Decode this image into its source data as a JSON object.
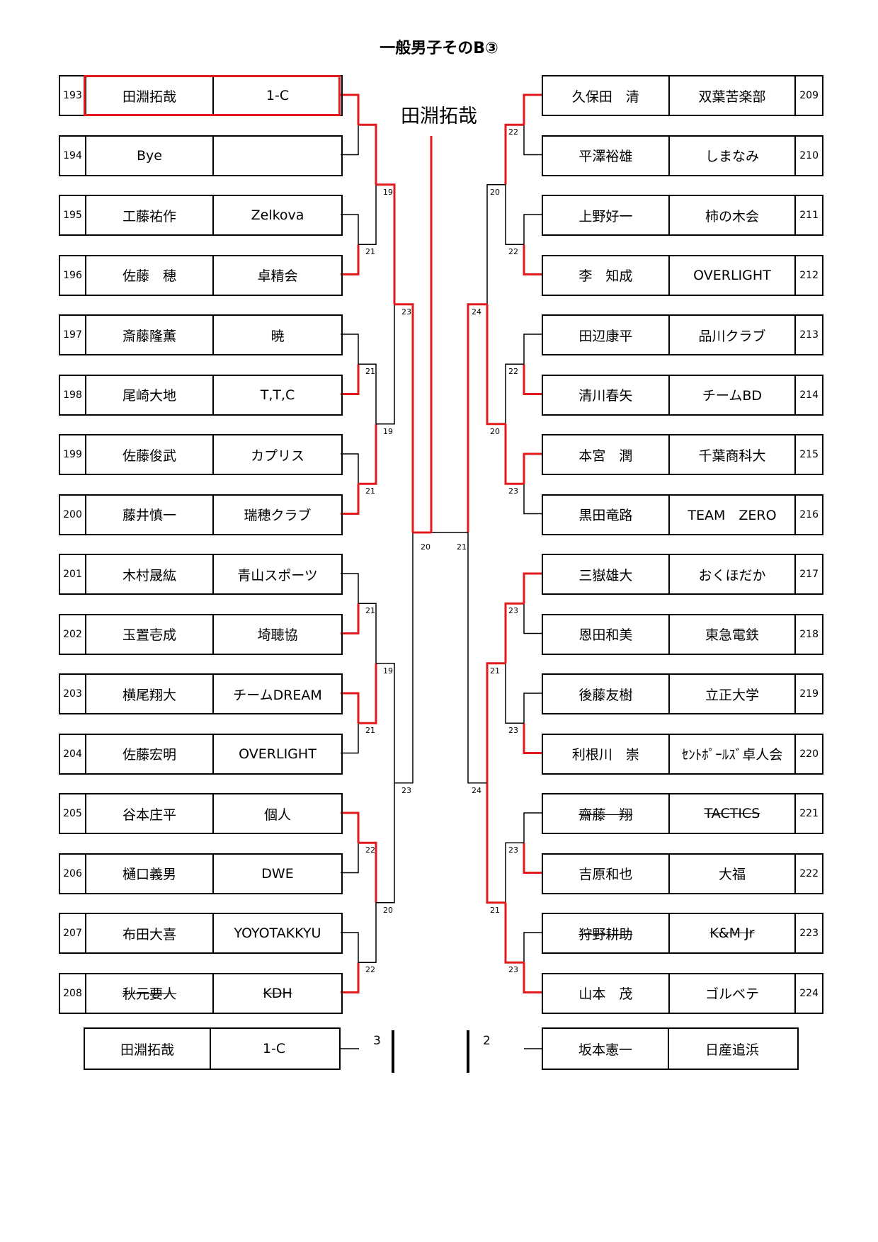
{
  "title": "一般男子そのB③",
  "champion": "田淵拓哉",
  "left_entries": [
    {
      "seed": "193",
      "player": "田淵拓哉",
      "club": "1-C"
    },
    {
      "seed": "194",
      "player": "Bye",
      "club": ""
    },
    {
      "seed": "195",
      "player": "工藤祐作",
      "club": "Zelkova"
    },
    {
      "seed": "196",
      "player": "佐藤　穂",
      "club": "卓精会"
    },
    {
      "seed": "197",
      "player": "斎藤隆薫",
      "club": "暁"
    },
    {
      "seed": "198",
      "player": "尾崎大地",
      "club": "T,T,C"
    },
    {
      "seed": "199",
      "player": "佐藤俊武",
      "club": "カプリス"
    },
    {
      "seed": "200",
      "player": "藤井慎一",
      "club": "瑞穂クラブ"
    },
    {
      "seed": "201",
      "player": "木村晟紘",
      "club": "青山スポーツ"
    },
    {
      "seed": "202",
      "player": "玉置壱成",
      "club": "埼聴協"
    },
    {
      "seed": "203",
      "player": "横尾翔大",
      "club": "チームDREAM"
    },
    {
      "seed": "204",
      "player": "佐藤宏明",
      "club": "OVERLIGHT"
    },
    {
      "seed": "205",
      "player": "谷本庄平",
      "club": "個人"
    },
    {
      "seed": "206",
      "player": "樋口義男",
      "club": "DWE"
    },
    {
      "seed": "207",
      "player": "布田大喜",
      "club": "YOYOTAKKYU"
    },
    {
      "seed": "208",
      "player": "秋元要人",
      "club": "KDH",
      "struck": true
    }
  ],
  "right_entries": [
    {
      "seed": "209",
      "player": "久保田　清",
      "club": "双葉苦楽部"
    },
    {
      "seed": "210",
      "player": "平澤裕雄",
      "club": "しまなみ"
    },
    {
      "seed": "211",
      "player": "上野好一",
      "club": "柿の木会"
    },
    {
      "seed": "212",
      "player": "李　知成",
      "club": "OVERLIGHT"
    },
    {
      "seed": "213",
      "player": "田辺康平",
      "club": "品川クラブ"
    },
    {
      "seed": "214",
      "player": "清川春矢",
      "club": "チームBD"
    },
    {
      "seed": "215",
      "player": "本宮　潤",
      "club": "千葉商科大"
    },
    {
      "seed": "216",
      "player": "黒田竜路",
      "club": "TEAM　ZERO"
    },
    {
      "seed": "217",
      "player": "三嶽雄大",
      "club": "おくほだか"
    },
    {
      "seed": "218",
      "player": "恩田和美",
      "club": "東急電鉄"
    },
    {
      "seed": "219",
      "player": "後藤友樹",
      "club": "立正大学"
    },
    {
      "seed": "220",
      "player": "利根川　崇",
      "club": "ｾﾝﾄﾎﾟｰﾙｽﾞ卓人会"
    },
    {
      "seed": "221",
      "player": "齋藤　翔",
      "club": "TACTICS",
      "struck": true
    },
    {
      "seed": "222",
      "player": "吉原和也",
      "club": "大福"
    },
    {
      "seed": "223",
      "player": "狩野耕助",
      "club": "K&M Jr",
      "struck": true
    },
    {
      "seed": "224",
      "player": "山本　茂",
      "club": "ゴルベテ"
    }
  ],
  "left_scores": {
    "r1": [
      "",
      "21",
      "21",
      "21",
      "21",
      "21",
      "22",
      "22"
    ],
    "r2": [
      "19",
      "19",
      "19",
      "20"
    ],
    "r3": [
      "23",
      "23"
    ],
    "semi": "20"
  },
  "right_scores": {
    "r1": [
      "22",
      "22",
      "22",
      "23",
      "23",
      "23",
      "23",
      "23"
    ],
    "r2": [
      "20",
      "20",
      "21",
      "21"
    ],
    "r3": [
      "24",
      "24"
    ],
    "semi": "21"
  },
  "final": {
    "left": {
      "player": "田淵拓哉",
      "club": "1-C",
      "score": "3"
    },
    "right": {
      "player": "坂本憲一",
      "club": "日産追浜",
      "score": "2"
    }
  },
  "colors": {
    "win_line": "#e31a1c",
    "line": "#000000"
  }
}
